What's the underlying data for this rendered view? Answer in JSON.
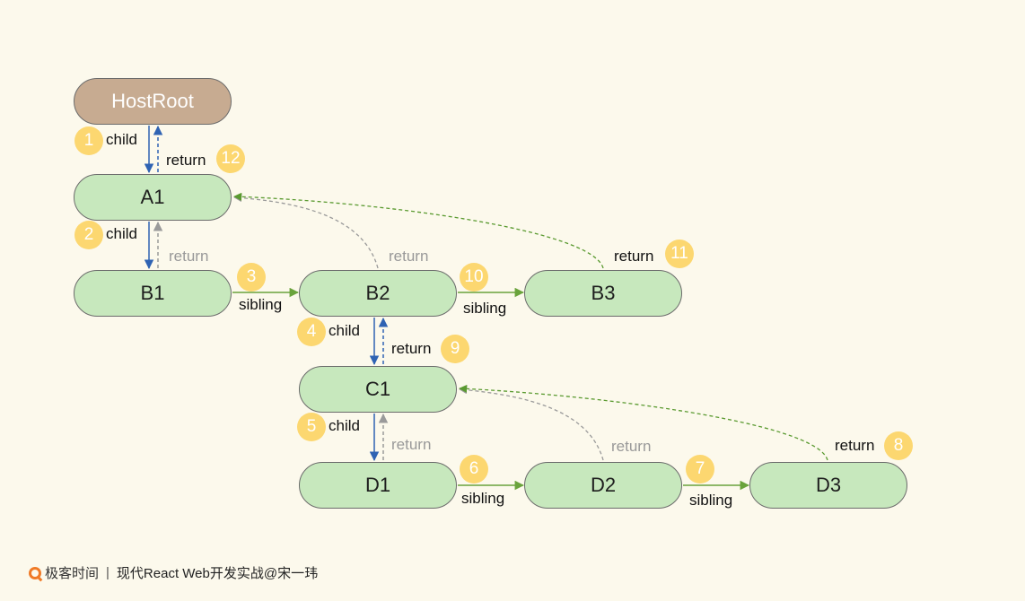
{
  "nodes": {
    "hostroot": "HostRoot",
    "a1": "A1",
    "b1": "B1",
    "b2": "B2",
    "b3": "B3",
    "c1": "C1",
    "d1": "D1",
    "d2": "D2",
    "d3": "D3"
  },
  "edge_labels": {
    "child": "child",
    "return": "return",
    "sibling": "sibling"
  },
  "steps": [
    "1",
    "2",
    "3",
    "4",
    "5",
    "6",
    "7",
    "8",
    "9",
    "10",
    "11",
    "12"
  ],
  "colors": {
    "child_edge": "#2f63b3",
    "sibling_edge": "#6aa33c",
    "return_grey": "#9a9a9a",
    "return_green": "#5a9a30",
    "node_fill": "#c7e8bd",
    "root_fill": "#c7ab91",
    "badge": "#fcd770",
    "background": "#fcf9ec"
  },
  "footer": {
    "brand": "极客时间",
    "separator": "|",
    "course": "现代React Web开发实战@宋一玮"
  }
}
